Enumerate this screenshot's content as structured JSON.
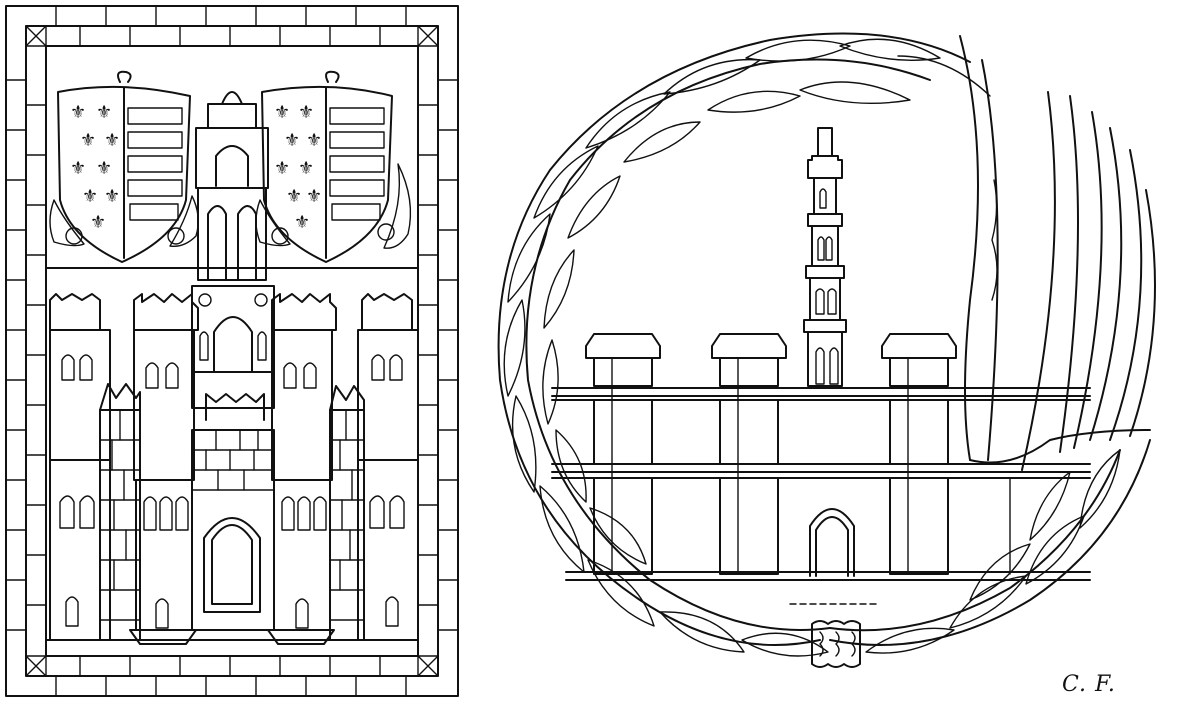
{
  "illustration": {
    "left_panel": {
      "subject": "castle-gate-with-two-heraldic-shields",
      "border": "brick-frame"
    },
    "right_panel": {
      "subject": "fortress-with-tall-minaret-in-laurel-wreath"
    },
    "signature": "C. F.",
    "colors": {
      "ink": "#111111",
      "paper": "#ffffff"
    }
  }
}
